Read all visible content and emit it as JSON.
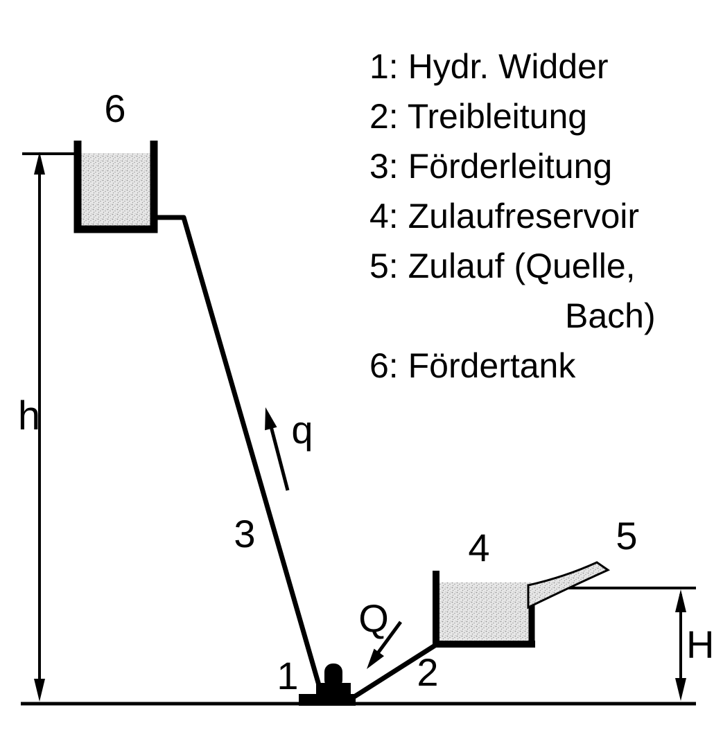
{
  "figure": {
    "type": "schematic-diagram",
    "subject": "Hydraulischer Widder (hydraulic ram pump) installation"
  },
  "legend": {
    "items": [
      "1: Hydr. Widder",
      "2: Treibleitung",
      "3: Förderleitung",
      "4: Zulaufreservoir",
      "5: Zulauf (Quelle,",
      "Bach)",
      "6: Fördertank"
    ]
  },
  "labels": {
    "tank": "6",
    "head_h": "h",
    "delivery_pipe": "3",
    "delivery_flow": "q",
    "ram": "1",
    "drive_pipe": "2",
    "drive_flow": "Q",
    "reservoir": "4",
    "inflow": "5",
    "head_H": "H"
  },
  "colors": {
    "line": "#000000",
    "background": "#ffffff",
    "water_fill": "#e7e7e7",
    "stipple_dot": "#8f8f8f"
  }
}
